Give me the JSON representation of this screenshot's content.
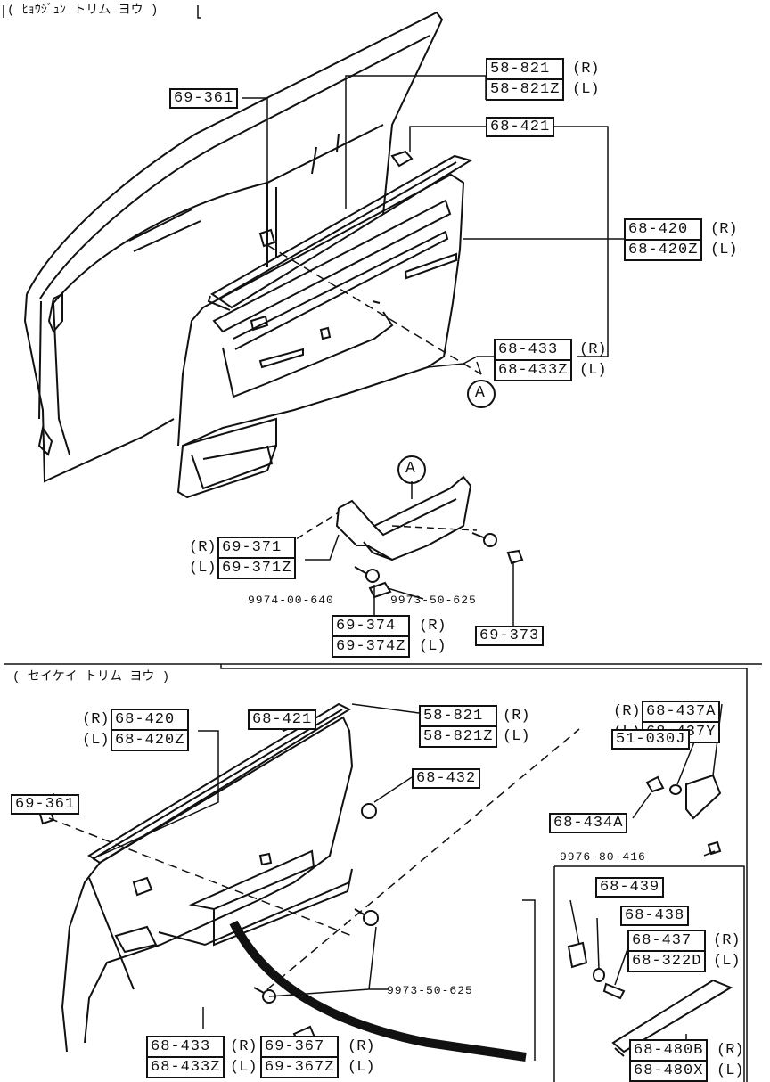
{
  "section_top": {
    "title": "( ﾋｮｳｼﾞｭﾝ トリム ヨウ )"
  },
  "section_bottom": {
    "title": "( セイケイ トリム ヨウ )"
  },
  "callout": {
    "letter": "A"
  },
  "top_parts": {
    "p69_361": "69-361",
    "p58_821": {
      "r": "58-821",
      "l": "58-821Z",
      "r_side": "(R)",
      "l_side": "(L)"
    },
    "p68_421": "68-421",
    "p68_420": {
      "r": "68-420",
      "l": "68-420Z",
      "r_side": "(R)",
      "l_side": "(L)"
    },
    "p68_433": {
      "r": "68-433",
      "l": "68-433Z",
      "r_side": "(R)",
      "l_side": "(L)"
    },
    "p69_371": {
      "r": "69-371",
      "l": "69-371Z",
      "r_side": "(R)",
      "l_side": "(L)"
    },
    "bolt1": "9974-00-640",
    "bolt2": "9973-50-625",
    "p69_374": {
      "r": "69-374",
      "l": "69-374Z",
      "r_side": "(R)",
      "l_side": "(L)"
    },
    "p69_373": "69-373"
  },
  "bottom_parts": {
    "p68_421": "68-421",
    "p58_821": {
      "r": "58-821",
      "l": "58-821Z",
      "r_side": "(R)",
      "l_side": "(L)"
    },
    "p68_420": {
      "r": "68-420",
      "l": "68-420Z",
      "r_side": "(R)",
      "l_side": "(L)"
    },
    "p68_432": "68-432",
    "p69_361": "69-361",
    "p68_437": {
      "r": "68-437A",
      "l": "68-437Y",
      "r_side": "(R)",
      "l_side": "(L)"
    },
    "p51_030": "51-030J",
    "p68_434": "68-434A",
    "bolt3": "9976-80-416",
    "p68_439": "68-439",
    "p68_438": "68-438",
    "p68_437b": {
      "r": "68-437",
      "l": "68-322D",
      "r_side": "(R)",
      "l_side": "(L)"
    },
    "bolt4": "9973-50-625",
    "p68_433": {
      "r": "68-433",
      "l": "68-433Z",
      "r_side": "(R)",
      "l_side": "(L)"
    },
    "p69_367": {
      "r": "69-367",
      "l": "69-367Z",
      "r_side": "(R)",
      "l_side": "(L)"
    },
    "p68_480": {
      "r": "68-480B",
      "l": "68-480X",
      "r_side": "(R)",
      "l_side": "(L)"
    }
  }
}
